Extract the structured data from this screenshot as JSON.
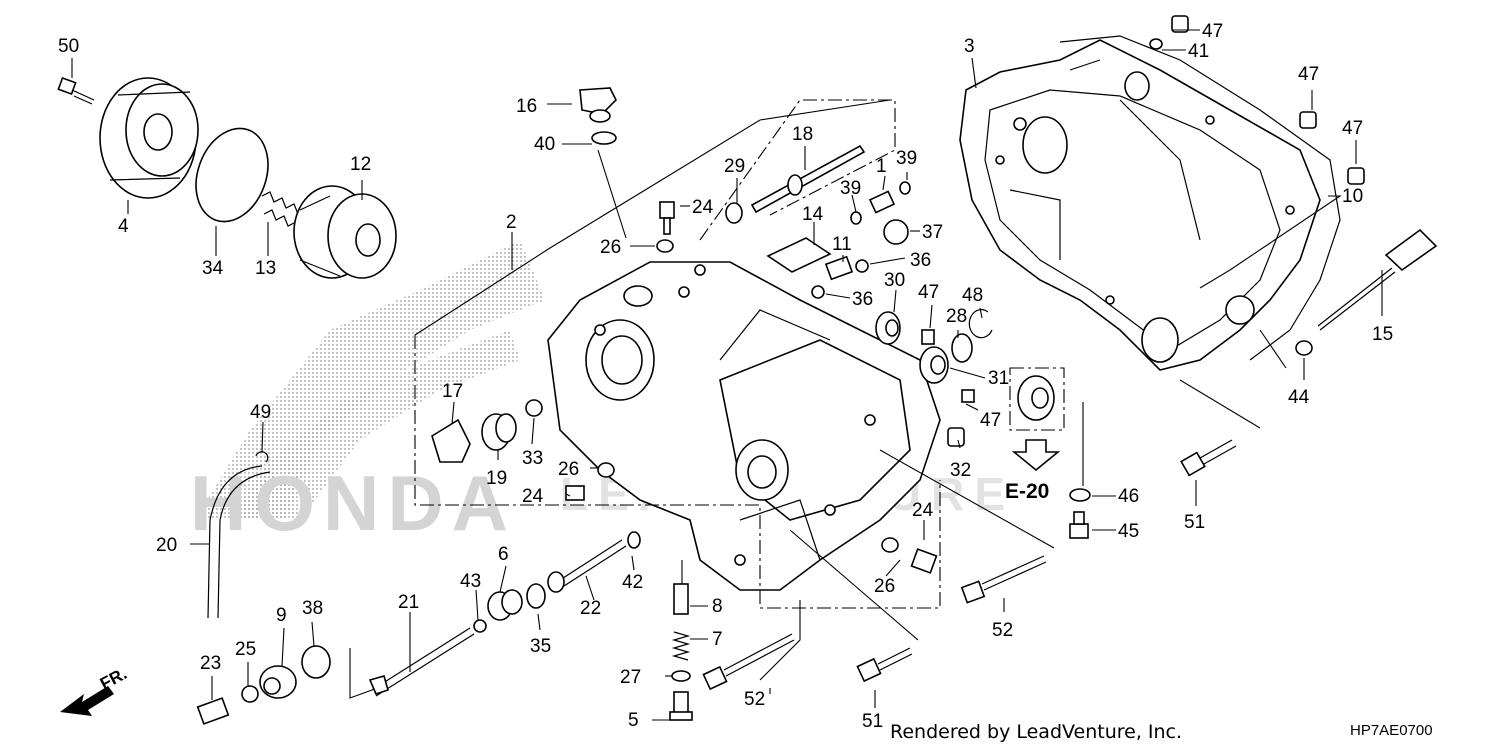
{
  "diagram": {
    "watermark_brand": "HONDA",
    "watermark_dealer": "LEADVENTURE",
    "credit": "Rendered by LeadVenture, Inc.",
    "diagram_code": "HP7AE0700",
    "section_ref": "E-20",
    "front_indicator": "FR.",
    "callouts": {
      "c1": "1",
      "c2": "2",
      "c3": "3",
      "c4": "4",
      "c5": "5",
      "c6": "6",
      "c7": "7",
      "c8": "8",
      "c9": "9",
      "c10": "10",
      "c11": "11",
      "c12": "12",
      "c13": "13",
      "c14": "14",
      "c15": "15",
      "c16": "16",
      "c17": "17",
      "c18": "18",
      "c19": "19",
      "c20": "20",
      "c21": "21",
      "c22": "22",
      "c23": "23",
      "c24a": "24",
      "c24b": "24",
      "c24c": "24",
      "c25": "25",
      "c26a": "26",
      "c26b": "26",
      "c26c": "26",
      "c27": "27",
      "c28": "28",
      "c29": "29",
      "c30": "30",
      "c31": "31",
      "c32": "32",
      "c33": "33",
      "c34": "34",
      "c35": "35",
      "c36a": "36",
      "c36b": "36",
      "c37": "37",
      "c38": "38",
      "c39a": "39",
      "c39b": "39",
      "c40": "40",
      "c41": "41",
      "c42": "42",
      "c43": "43",
      "c44": "44",
      "c45": "45",
      "c46": "46",
      "c47a": "47",
      "c47b": "47",
      "c47c": "47",
      "c47d": "47",
      "c47e": "47",
      "c48": "48",
      "c49": "49",
      "c50": "50",
      "c51a": "51",
      "c51b": "51",
      "c52a": "52",
      "c52b": "52"
    }
  }
}
